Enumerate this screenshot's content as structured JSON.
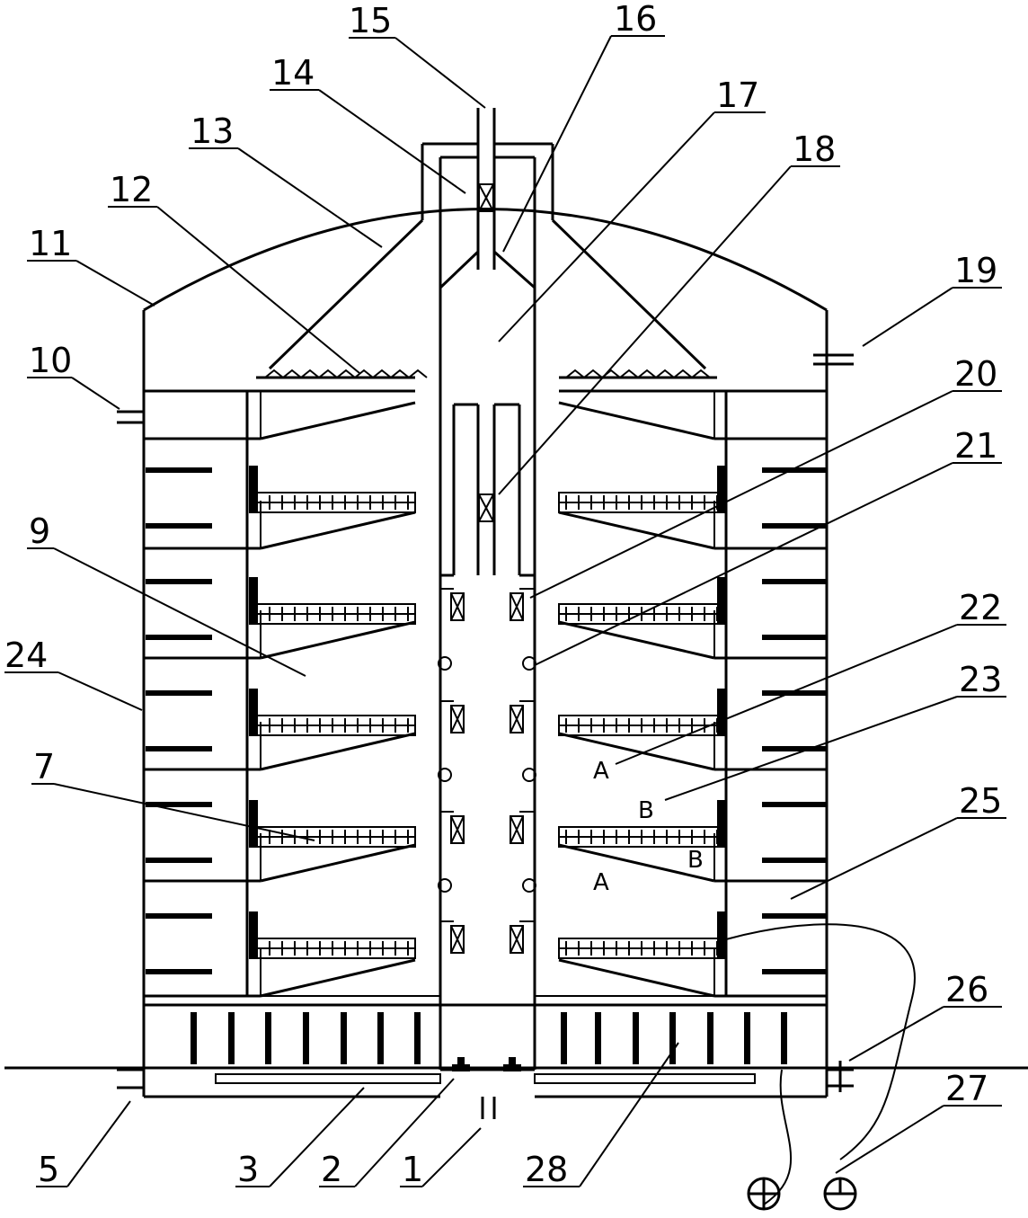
{
  "labels": {
    "n1": "1",
    "n2": "2",
    "n3": "3",
    "n5": "5",
    "n7": "7",
    "n9": "9",
    "n10": "10",
    "n11": "11",
    "n12": "12",
    "n13": "13",
    "n14": "14",
    "n15": "15",
    "n16": "16",
    "n17": "17",
    "n18": "18",
    "n19": "19",
    "n20": "20",
    "n21": "21",
    "n22": "22",
    "n23": "23",
    "n24": "24",
    "n25": "25",
    "n26": "26",
    "n27": "27",
    "n28": "28"
  },
  "zones": {
    "a1": "A",
    "a2": "A",
    "b1": "B",
    "b2": "B"
  }
}
